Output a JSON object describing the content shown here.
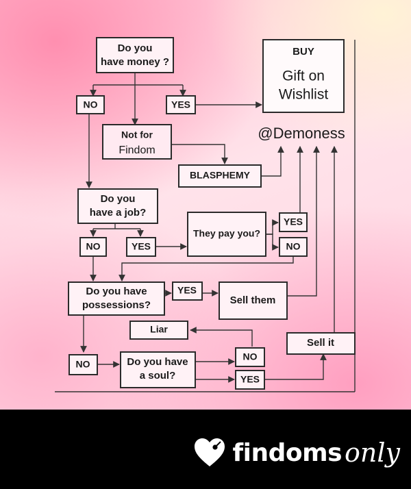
{
  "nodes": {
    "money_q": [
      "Do you",
      "have money ?"
    ],
    "no_1": "NO",
    "yes_1": "YES",
    "not_findom": [
      "Not for",
      "Findom"
    ],
    "buy_header": "BUY",
    "gift_on_wishlist": [
      "Gift on",
      "Wishlist"
    ],
    "handle": "@Demoness",
    "blasphemy": "BLASPHEMY",
    "job_q": [
      "Do you",
      "have a job?"
    ],
    "no_2": "NO",
    "yes_2": "YES",
    "they_pay_q": "They pay you?",
    "pay_yes": "YES",
    "pay_no": "NO",
    "possessions_q": [
      "Do you have",
      "possessions?"
    ],
    "yes_3": "YES",
    "sell_them": "Sell them",
    "liar": "Liar",
    "sell_it": "Sell it",
    "no_3": "NO",
    "soul_q": [
      "Do you have",
      "a soul?"
    ],
    "soul_no": "NO",
    "soul_yes": "YES"
  },
  "footer": {
    "brand_main": "findoms",
    "brand_script": "only"
  }
}
